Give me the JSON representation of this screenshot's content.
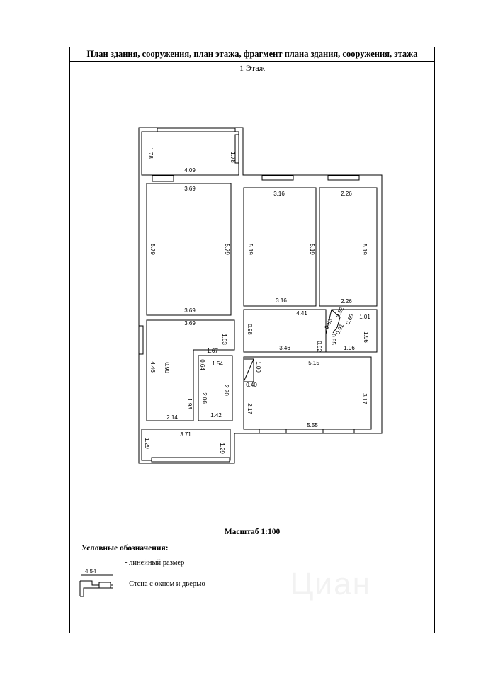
{
  "document": {
    "header": "План здания, сооружения, план этажа, фрагмент плана здания, сооружения, этажа",
    "floor_label": "1 Этаж",
    "scale": "Масштаб 1:100",
    "legend": {
      "title": "Условные обозначения:",
      "items": [
        {
          "sample": "4.54",
          "text": "- линейный размер"
        },
        {
          "sample": "",
          "text": "- Стена с окном и дверью"
        }
      ]
    }
  },
  "dimensions": {
    "balcony_top_h_left": "1.78",
    "balcony_top_h_right": "1.78",
    "balcony_top_w": "4.09",
    "room1_w_top": "3.69",
    "room1_h_left": "5.79",
    "room1_h_right": "5.79",
    "room1_w_bottom": "3.69",
    "room2_w_top": "3.16",
    "room2_h_left": "5.19",
    "room2_h_right": "5.19",
    "room2_w_bottom": "3.16",
    "room3_w_top": "2.26",
    "room3_h_right": "5.19",
    "room3_w_bottom": "2.26",
    "hall_w_top": "3.69",
    "hall_w_mid": "1.67",
    "hall_h_left": "4.46",
    "hall_small_h": "0.90",
    "hall_h_bottom": "1.93",
    "hall_w_bottom": "2.14",
    "hall_step": "1.63",
    "corr_w_top": "4.41",
    "corr_h_left": "0.98",
    "corr_w": "3.46",
    "corr_h_right": "0.92",
    "bath_step": "0.64",
    "bath_w_top": "1.54",
    "bath_h_left": "2.06",
    "bath_h_right": "2.70",
    "bath_w_bottom": "1.42",
    "diag_1": "0.93",
    "diag_2": "0.52",
    "diag_3": "0.65",
    "diag_4": "0.91",
    "diag_5": "0.85",
    "wc_w_top": "1.01",
    "wc_h": "1.96",
    "wc_w_bottom": "1.96",
    "kitchen_w_top": "5.15",
    "kitchen_h_left": "2.17",
    "kitchen_h_right": "3.17",
    "kitchen_w_bottom": "5.55",
    "niche_h": "1.00",
    "niche_w": "0.40",
    "balcony_bottom_w": "3.71",
    "balcony_bottom_h_left": "1.29",
    "balcony_bottom_h_right": "1.29"
  }
}
